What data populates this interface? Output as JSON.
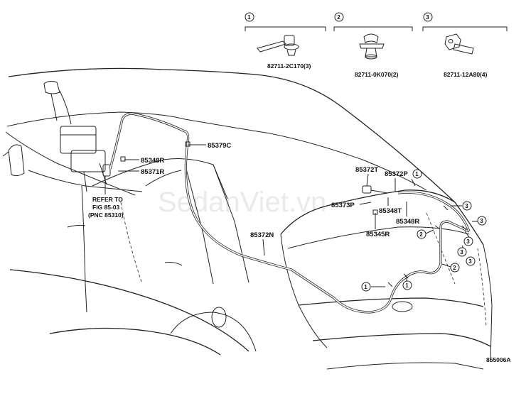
{
  "watermark": "SedanViet.vn",
  "figure_code": "855006A",
  "clips": [
    {
      "num": "1",
      "part": "82711-2C170(3)"
    },
    {
      "num": "2",
      "part": "82711-0K070(2)"
    },
    {
      "num": "3",
      "part": "82711-12A80(4)"
    }
  ],
  "parts": {
    "p85379C": "85379C",
    "p85348R_a": "85348R",
    "p85371R": "85371R",
    "p85372T": "85372T",
    "p85372P": "85372P",
    "p85373P": "85373P",
    "p85348T": "85348T",
    "p85348R_b": "85348R",
    "p85345R": "85345R",
    "p85372N": "85372N"
  },
  "refer": {
    "line1": "REFER TO",
    "line2": "FIG 85-03",
    "line3": "(PNC 85310)"
  },
  "callouts": [
    "1",
    "3",
    "3",
    "2",
    "3",
    "3",
    "3",
    "2",
    "1",
    "1"
  ]
}
